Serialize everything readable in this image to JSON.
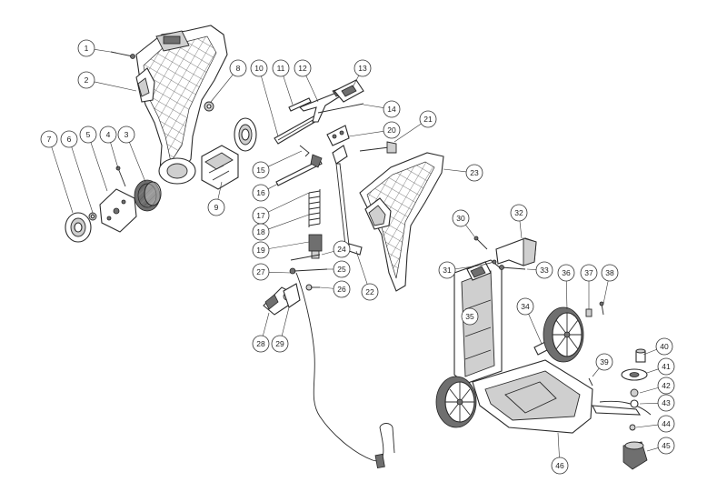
{
  "diagram": {
    "callouts": [
      "1",
      "2",
      "3",
      "4",
      "5",
      "6",
      "7",
      "8",
      "9",
      "10",
      "11",
      "12",
      "13",
      "14",
      "15",
      "16",
      "17",
      "18",
      "19",
      "20",
      "21",
      "22",
      "23",
      "24",
      "25",
      "26",
      "27",
      "28",
      "29",
      "30",
      "31",
      "32",
      "33",
      "34",
      "35",
      "36",
      "37",
      "38",
      "39",
      "40",
      "41",
      "42",
      "43",
      "44",
      "45",
      "46"
    ]
  }
}
